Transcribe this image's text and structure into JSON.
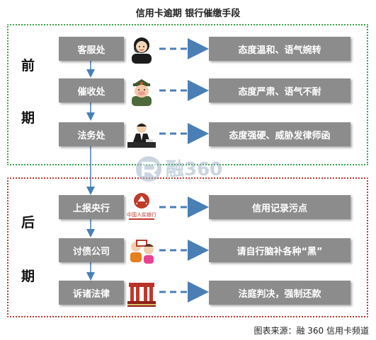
{
  "title": "信用卡逾期 银行催缴手段",
  "phases": {
    "early": [
      "前",
      "期"
    ],
    "late": [
      "后",
      "期"
    ]
  },
  "steps": [
    {
      "dept": "客服处",
      "result": "态度温和、语气婉转",
      "icon": "customer-service-agent-icon"
    },
    {
      "dept": "催收处",
      "result": "态度严肃、语气不耐",
      "icon": "stern-officer-icon"
    },
    {
      "dept": "法务处",
      "result": "态度强硬、威胁发律师函",
      "icon": "lawyer-at-desk-icon"
    },
    {
      "dept": "上报央行",
      "result": "信用记录污点",
      "icon": "peoples-bank-of-china-logo-icon"
    },
    {
      "dept": "讨债公司",
      "result": "请自行脑补各种“黑”",
      "icon": "debt-collectors-icon"
    },
    {
      "dept": "诉诸法律",
      "result": "法庭判决，强制还款",
      "icon": "courthouse-icon"
    }
  ],
  "pboc_logo_text": "中国人民银行",
  "watermark": {
    "brand": "融360",
    "domain": "RONG360.COM"
  },
  "source": "图表来源：融 360 信用卡频道",
  "colors": {
    "box": "#8c8c8c",
    "arrow": "#4a7fb5",
    "early_border": "#3aa24a",
    "late_border": "#c0392b"
  }
}
